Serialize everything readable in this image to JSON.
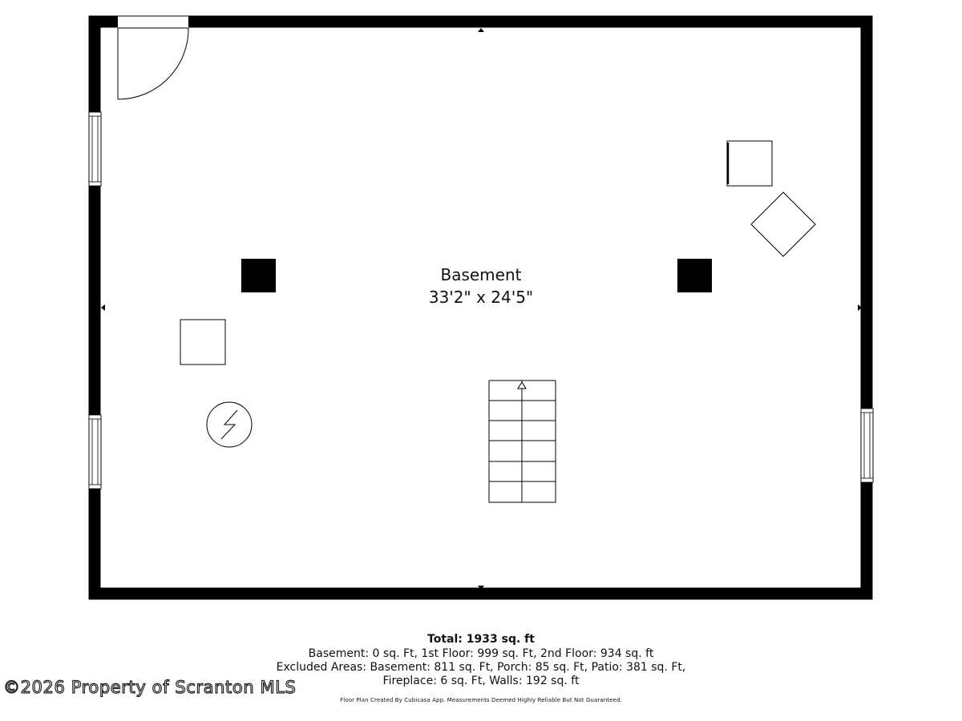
{
  "room": {
    "name": "Basement",
    "dimensions": "33'2\" x 24'5\""
  },
  "summary": {
    "total": "Total: 1933 sq. ft",
    "line1": "Basement: 0 sq. Ft, 1st Floor: 999 sq. Ft, 2nd Floor: 934 sq. ft",
    "line2": "Excluded Areas: Basement: 811 sq. Ft, Porch: 85 sq. Ft, Patio: 381 sq. Ft,",
    "line3": "Fireplace: 6 sq. Ft, Walls: 192 sq. ft",
    "disclaimer": "Floor Plan Created By Cubicasa App. Measurements Deemed Highly Reliable But Not Guaranteed."
  },
  "watermark": "©2026 Property of Scranton MLS",
  "colors": {
    "wall": "#000000",
    "background": "#ffffff"
  }
}
